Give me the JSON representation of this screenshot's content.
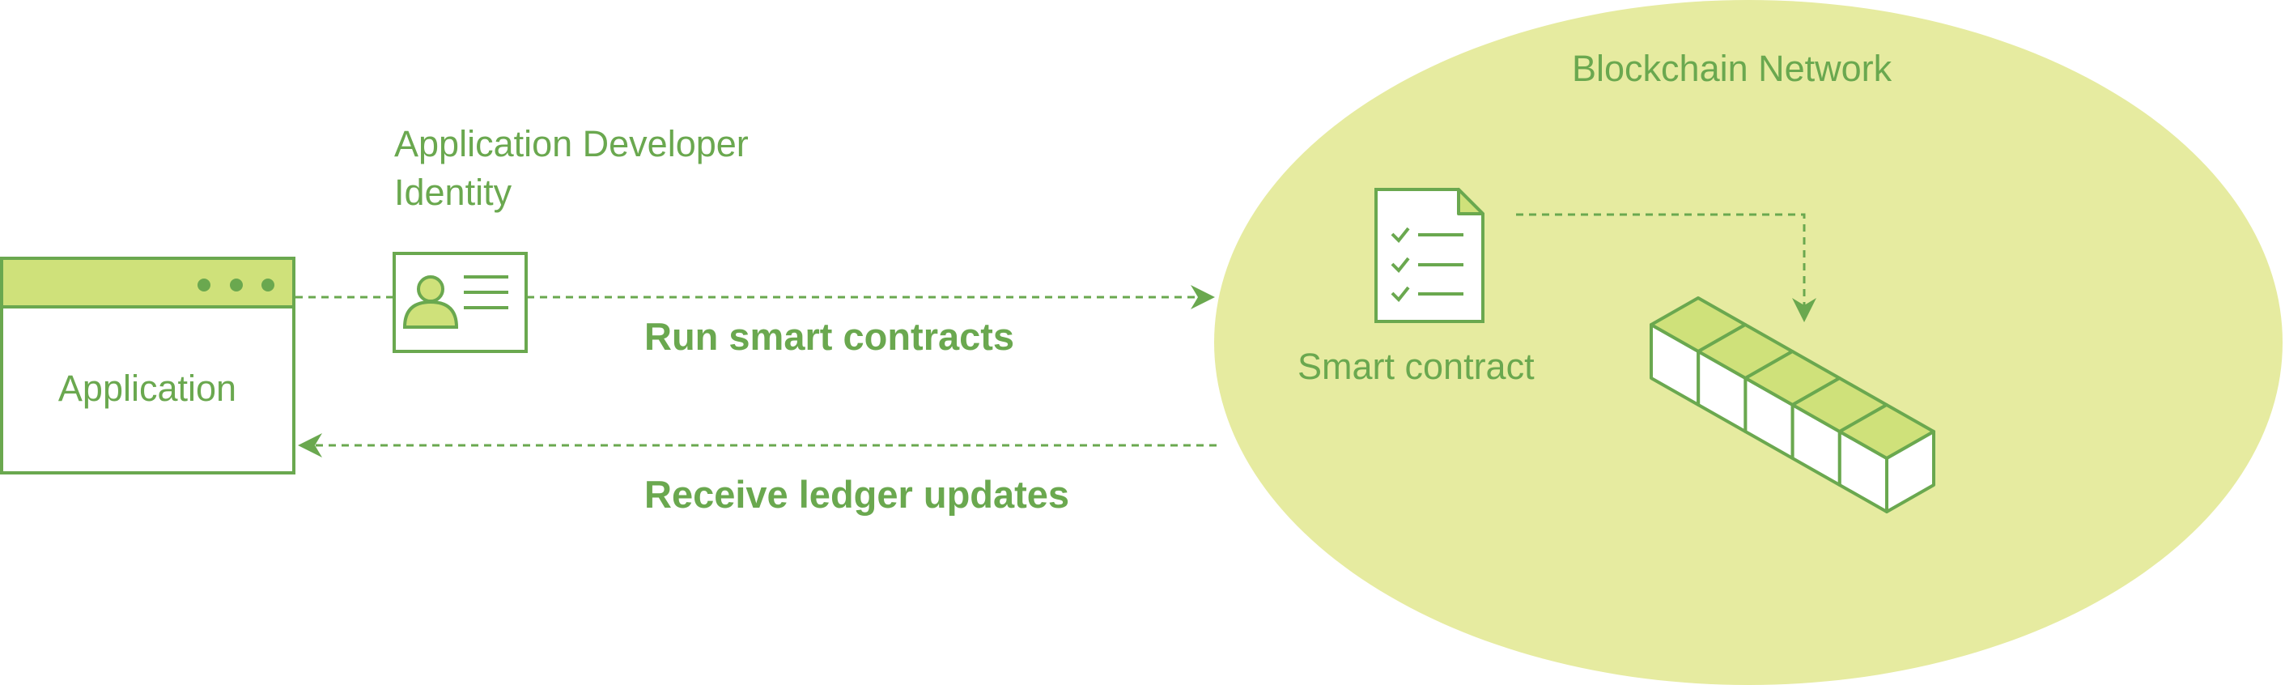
{
  "diagram": {
    "application": {
      "label": "Application"
    },
    "identity": {
      "line1": "Application Developer",
      "line2": "Identity"
    },
    "flows": {
      "run": "Run smart contracts",
      "receive": "Receive ledger updates"
    },
    "network": {
      "title": "Blockchain Network"
    },
    "contract": {
      "label": "Smart contract"
    },
    "ledger": {
      "blocks": 5
    }
  },
  "colors": {
    "accent": "#6aa84f",
    "ellipse_fill": "#e6eba0",
    "light_fill": "#cfe17a",
    "white": "#ffffff"
  },
  "icons": [
    "app-window-icon",
    "id-card-icon",
    "document-icon",
    "ledger-blocks-icon"
  ]
}
